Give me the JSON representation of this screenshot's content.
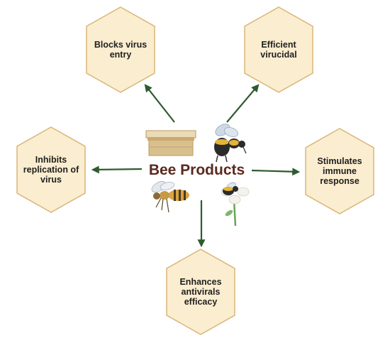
{
  "center": {
    "title": "Bee Products",
    "title_color": "#5a2a1f"
  },
  "colors": {
    "hex_fill": "#fbedcf",
    "hex_stroke": "#d9b679",
    "arrow": "#2f5b2f"
  },
  "effects": [
    {
      "label": "Blocks virus\nentry"
    },
    {
      "label": "Efficient\nvirucidal"
    },
    {
      "label": "Inhibits\nreplication of\nvirus"
    },
    {
      "label": "Stimulates\nimmune\nresponse"
    },
    {
      "label": "Enhances\nantivirals\nefficacy"
    }
  ],
  "icons": [
    "beehive-box-icon",
    "bumblebee-icon",
    "honeybee-icon",
    "bee-on-flower-icon"
  ]
}
